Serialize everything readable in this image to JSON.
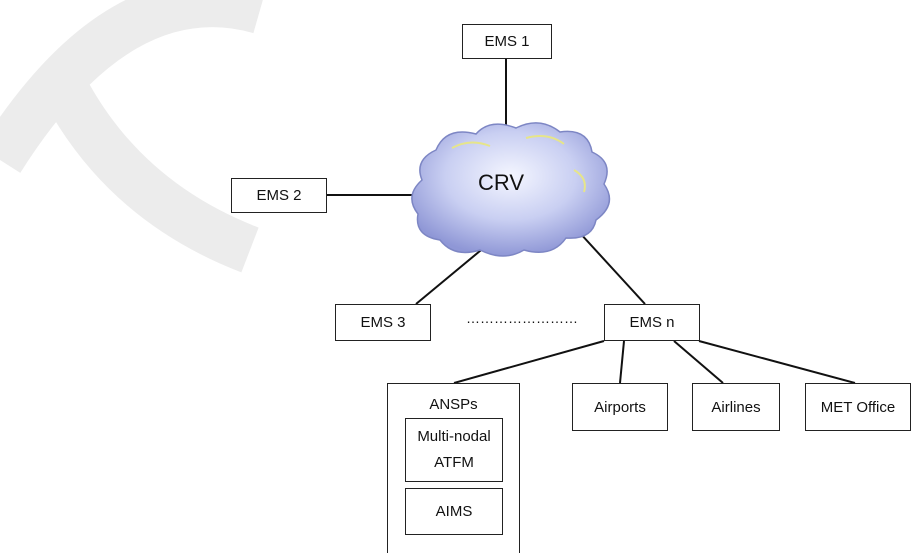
{
  "diagram": {
    "center_node": "CRV",
    "ems_nodes": [
      "EMS 1",
      "EMS 2",
      "EMS 3",
      "EMS n"
    ],
    "ellipsis": "……………………",
    "stakeholders": {
      "ansps": {
        "title": "ANSPs",
        "systems": [
          "Multi-nodal",
          "ATFM",
          "AIMS"
        ]
      },
      "airports": "Airports",
      "airlines": "Airlines",
      "met_office": "MET Office"
    }
  }
}
